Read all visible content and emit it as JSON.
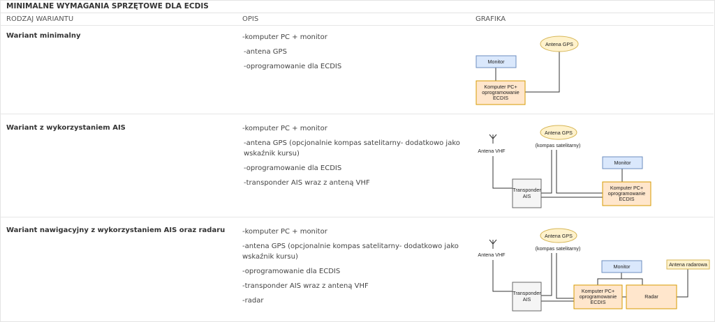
{
  "title": "MINIMALNE WYMAGANIA SPRZĘTOWE DLA ECDIS",
  "headers": {
    "col1": "RODZAJ WARIANTU",
    "col2": "OPIS",
    "col3": "GRAFIKA"
  },
  "rows": [
    {
      "name": "Wariant minimalny",
      "desc": [
        "-komputer PC + monitor",
        "-antena GPS",
        "-oprogramowanie dla ECDIS"
      ],
      "diagram": {
        "monitor": "Monitor",
        "gps": "Antena GPS",
        "pc": [
          "Komputer PC+",
          "oprogramowanie",
          "ECDIS"
        ]
      }
    },
    {
      "name": "Wariant z wykorzystaniem AIS",
      "desc": [
        "-komputer PC + monitor",
        "-antena GPS (opcjonalnie kompas satelitarny- dodatkowo jako wskaźnik kursu)",
        "-oprogramowanie dla ECDIS",
        "-transponder AIS wraz z anteną VHF"
      ],
      "diagram": {
        "vhf": "Antena VHF",
        "gps": "Antena GPS",
        "compass": "(kompas satelitarny)",
        "monitor": "Monitor",
        "transponder": [
          "Transponder",
          "AIS"
        ],
        "pc": [
          "Komputer PC+",
          "oprogramowanie",
          "ECDIS"
        ]
      }
    },
    {
      "name": "Wariant nawigacyjny z wykorzystaniem AIS oraz radaru",
      "desc": [
        "-komputer PC + monitor",
        "-antena GPS (opcjonalnie kompas satelitarny- dodatkowo jako wskaźnik kursu)",
        "-oprogramowanie dla ECDIS",
        "-transponder AIS wraz z anteną VHF",
        "-radar"
      ],
      "diagram": {
        "vhf": "Antena VHF",
        "gps": "Antena GPS",
        "compass": "(kompas satelitarny)",
        "monitor": "Monitor",
        "radar_antenna": "Antena radarowa",
        "transponder": [
          "Transponder",
          "AIS"
        ],
        "pc": [
          "Komputer PC+",
          "oprogramowanie",
          "ECDIS"
        ],
        "radar": "Radar"
      }
    }
  ],
  "colors": {
    "blue_fill": "#dae8fc",
    "blue_stroke": "#6c8ebf",
    "orange_fill": "#ffe6cc",
    "orange_stroke": "#d79b00",
    "yellow_fill": "#fff2cc",
    "yellow_stroke": "#d6b656",
    "gray_fill": "#f5f5f5",
    "gray_stroke": "#666666"
  }
}
